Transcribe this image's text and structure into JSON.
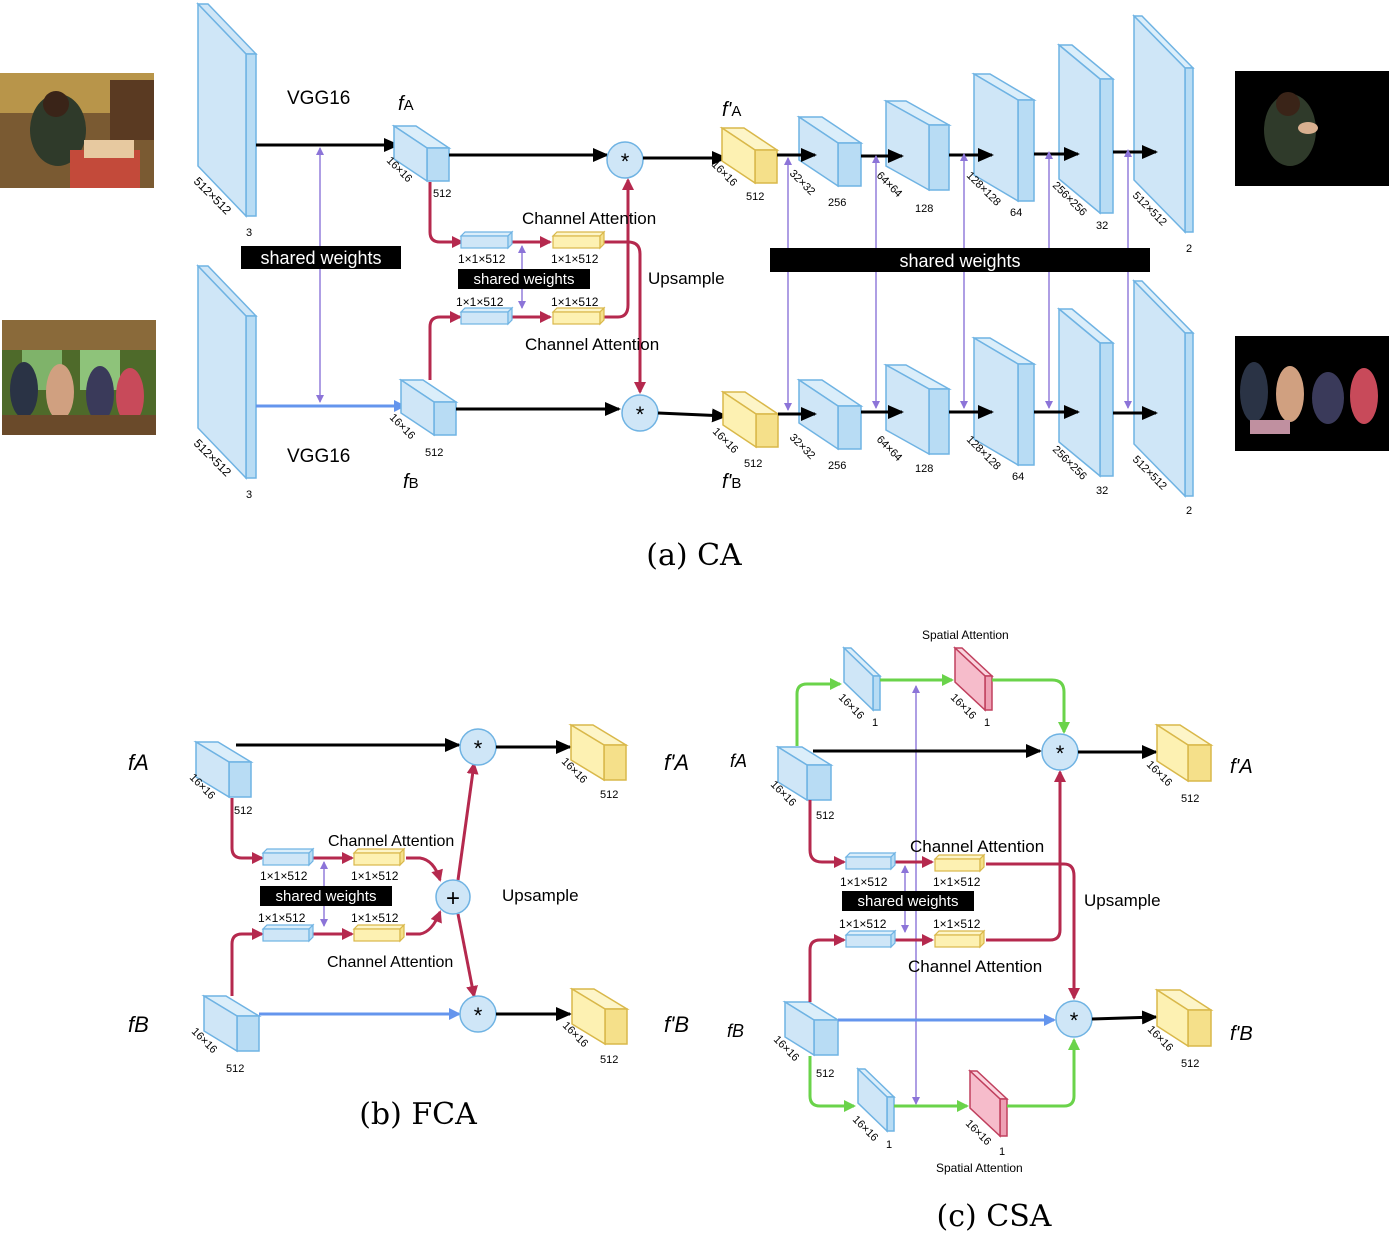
{
  "colors": {
    "blue_face": "#cfe6f7",
    "blue_edge": "#6fb3e3",
    "yellow_face": "#fdf1b2",
    "yellow_edge": "#d9b84a",
    "red_face": "#f6bccb",
    "red_edge": "#c0405e",
    "crimson_arrow": "#b5294e",
    "green_arrow": "#6ad34a",
    "blue_arrow": "#6495ed",
    "purple_arrow": "#8c74d8",
    "black": "#000000"
  },
  "panel_a": {
    "caption": "(a) CA",
    "vgg_top": "VGG16",
    "vgg_bottom": "VGG16",
    "shared_weights_left": "shared weights",
    "shared_weights_mid": "shared weights",
    "shared_weights_right": "shared weights",
    "channel_attention_top": "Channel Attention",
    "channel_attention_bottom": "Channel Attention",
    "upsample": "Upsample",
    "fA_base": "f",
    "fA_sub": "A",
    "fB_base": "f",
    "fB_sub": "B",
    "fpA_base": "f'",
    "fpA_sub": "A",
    "fpB_base": "f'",
    "fpB_sub": "B",
    "input_dims": "512×512",
    "input_ch": "3",
    "feat_dims": "16×16",
    "feat_ch": "512",
    "vec": "1×1×512",
    "mul": "*",
    "decoder": [
      {
        "dims": "32×32",
        "ch": "256"
      },
      {
        "dims": "64×64",
        "ch": "128"
      },
      {
        "dims": "128×128",
        "ch": "64"
      },
      {
        "dims": "256×256",
        "ch": "32"
      },
      {
        "dims": "512×512",
        "ch": "2"
      }
    ]
  },
  "panel_b": {
    "caption": "(b) FCA",
    "fA": "fA",
    "fB": "fB",
    "fpA": "f'A",
    "fpB": "f'B",
    "channel_attention_top": "Channel Attention",
    "channel_attention_bottom": "Channel Attention",
    "shared_weights": "shared weights",
    "upsample": "Upsample",
    "feat_dims": "16×16",
    "feat_ch": "512",
    "vec": "1×1×512",
    "plus": "+",
    "mul": "*"
  },
  "panel_c": {
    "caption": "(c) CSA",
    "fA": "fA",
    "fB": "fB",
    "fpA": "f'A",
    "fpB": "f'B",
    "spatial_attention_top": "Spatial Attention",
    "spatial_attention_bottom": "Spatial Attention",
    "channel_attention_top": "Channel Attention",
    "channel_attention_bottom": "Channel Attention",
    "shared_weights": "shared weights",
    "upsample": "Upsample",
    "feat_dims": "16×16",
    "feat_ch": "512",
    "sp_ch": "1",
    "vec": "1×1×512",
    "mul": "*"
  }
}
